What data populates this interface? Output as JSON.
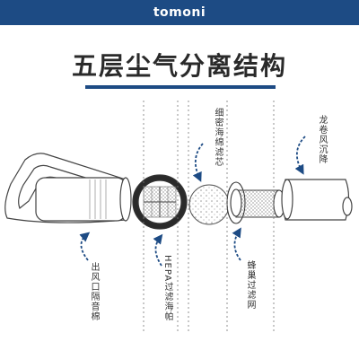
{
  "header": {
    "brand": "tomoni"
  },
  "title": "五层尘气分离结构",
  "colors": {
    "brand_bar": "#1d4b84",
    "accent_line": "#1d4b84",
    "arrow": "#1d4b84",
    "stroke": "#333333"
  },
  "labels": {
    "outlet_cotton": "出风口隔音棉",
    "hepa_filter": "HEPA过滤海帕",
    "sponge_filter": "细密海绵滤芯",
    "honeycomb_filter": "蜂巢过滤网",
    "cyclone": "龙卷风沉降"
  }
}
